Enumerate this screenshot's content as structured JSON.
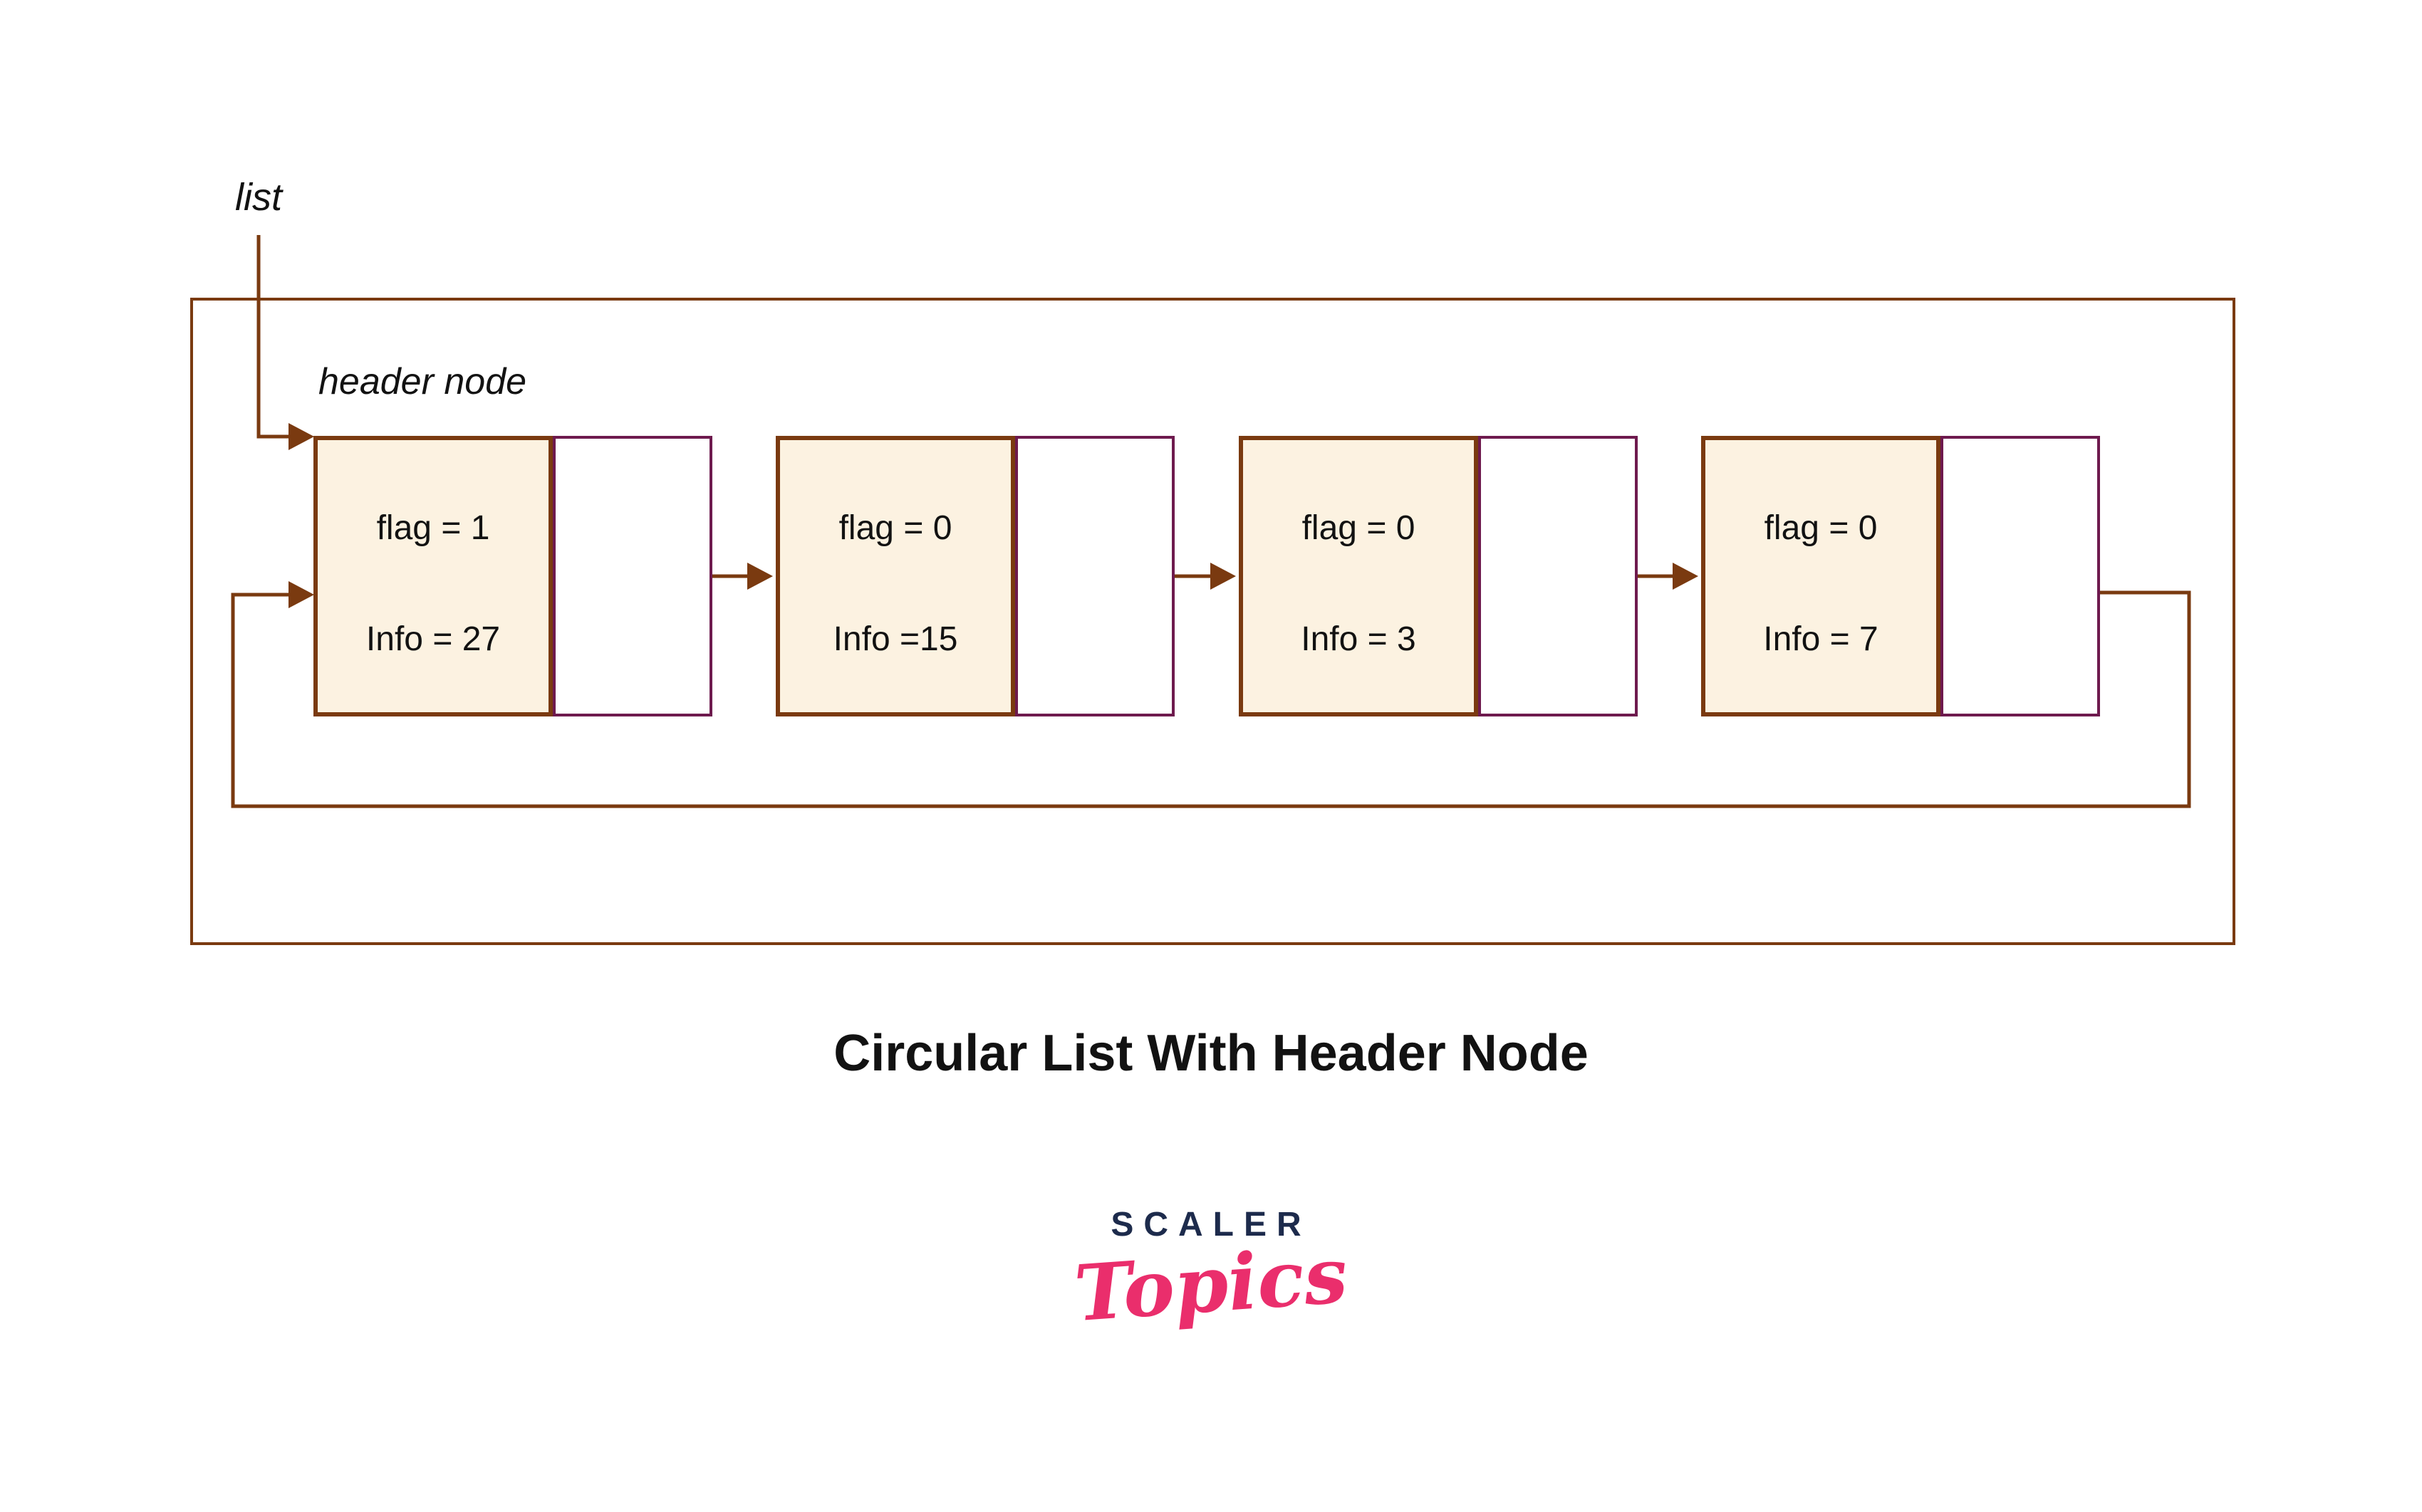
{
  "labels": {
    "list": "list",
    "header_node": "header node"
  },
  "nodes": [
    {
      "flag": "flag = 1",
      "info": "Info = 27"
    },
    {
      "flag": "flag = 0",
      "info": "Info =15"
    },
    {
      "flag": "flag = 0",
      "info": "Info = 3"
    },
    {
      "flag": "flag = 0",
      "info": "Info = 7"
    }
  ],
  "title": "Circular List With Header Node",
  "logo": {
    "brand": "SCALER",
    "sub": "Topics"
  },
  "colors": {
    "line_brown": "#7A3A10",
    "cell_purple": "#6E1A4E",
    "node_fill": "#FCF2E1",
    "text_ink": "#121212",
    "logo_navy": "#1D2B4C",
    "logo_pink": "#EA2E6C"
  }
}
